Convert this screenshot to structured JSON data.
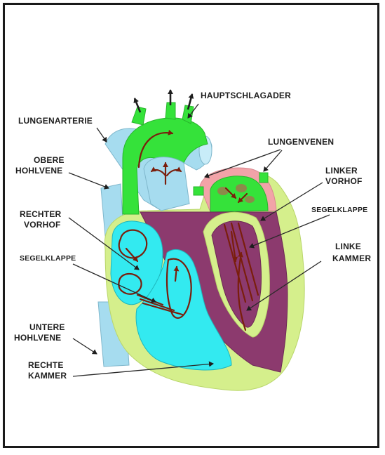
{
  "labels": {
    "hauptschlagader": "HAUPTSCHLAGADER",
    "lungenarterie": "LUNGENARTERIE",
    "lungenvenen": "LUNGENVENEN",
    "obere_hohlvene_1": "OBERE",
    "obere_hohlvene_2": "HOHLVENE",
    "linker_vorhof_1": "LINKER",
    "linker_vorhof_2": "VORHOF",
    "segelklappe_links": "SEGELKLAPPE",
    "rechter_vorhof_1": "RECHTER",
    "rechter_vorhof_2": "VORHOF",
    "linke_kammer_1": "LINKE",
    "linke_kammer_2": "KAMMER",
    "segelklappe_rechts": "SEGELKLAPPE",
    "untere_hohlvene_1": "UNTERE",
    "untere_hohlvene_2": "HOHLVENE",
    "rechte_kammer_1": "RECHTE",
    "rechte_kammer_2": "KAMMER"
  },
  "colors": {
    "aorta_green": "#35e23a",
    "vein_blue": "#a6dcef",
    "right_heart_cyan": "#33eaf0",
    "wall_lime": "#d5ef8c",
    "left_heart_purple": "#8c3a6e",
    "left_atrium_pink": "#f2a3a8",
    "flow_arrow": "#7a1e0c",
    "frame": "#1a1a1a"
  }
}
